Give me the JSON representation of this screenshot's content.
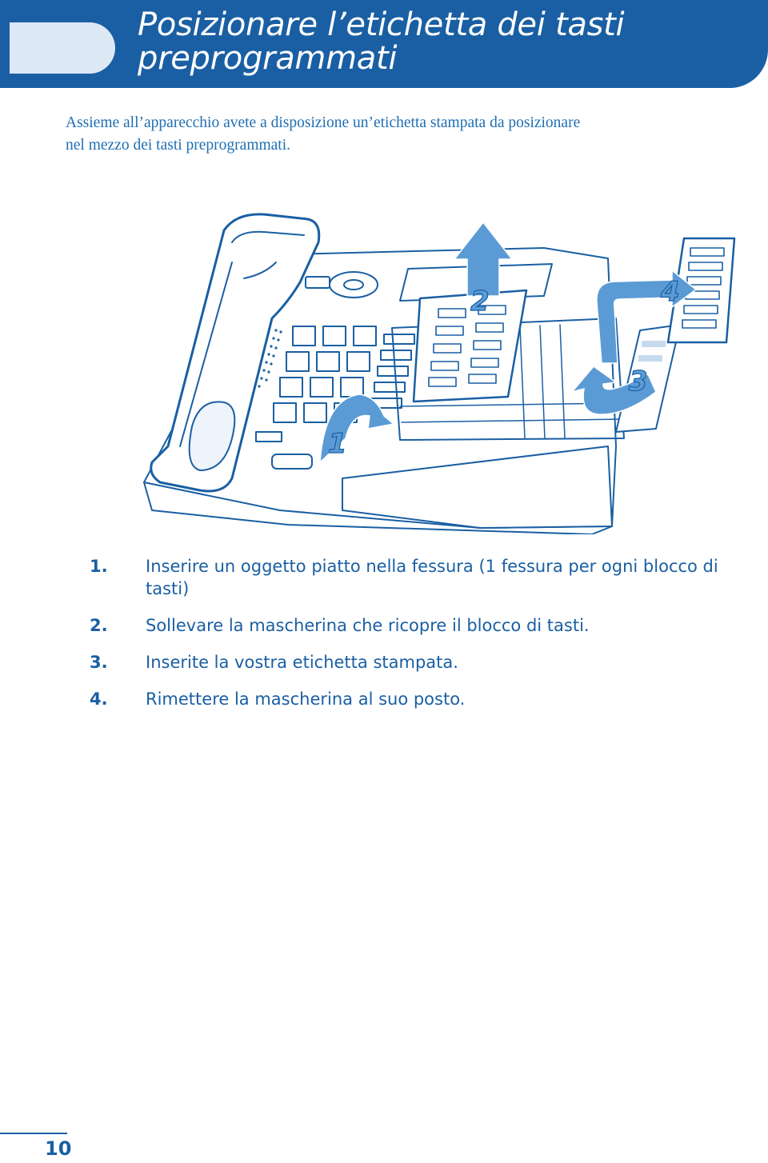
{
  "header": {
    "title_line1": "Posizionare l’etichetta dei tasti",
    "title_line2": "preprogrammati"
  },
  "intro": {
    "line1": "Assieme all’apparecchio avete a disposizione un’etichetta stampata da posizionare",
    "line2": "nel mezzo dei tasti preprogrammati."
  },
  "figure": {
    "callouts": [
      "1",
      "2",
      "3",
      "4"
    ]
  },
  "steps": [
    {
      "num": "1.",
      "text": "Inserire un oggetto piatto nella fessura (1 fessura per ogni blocco di tasti)"
    },
    {
      "num": "2.",
      "text": "Sollevare la mascherina che ricopre il blocco di tasti."
    },
    {
      "num": "3.",
      "text": "Inserite la vostra etichetta stampata."
    },
    {
      "num": "4.",
      "text": "Rimettere la mascherina al suo posto."
    }
  ],
  "footer": {
    "page_number": "10"
  },
  "colors": {
    "banner": "#1a5fa3",
    "banner_light": "#dde9f5",
    "text_blue": "#1f6fb3",
    "arrow": "#5b9bd5"
  }
}
